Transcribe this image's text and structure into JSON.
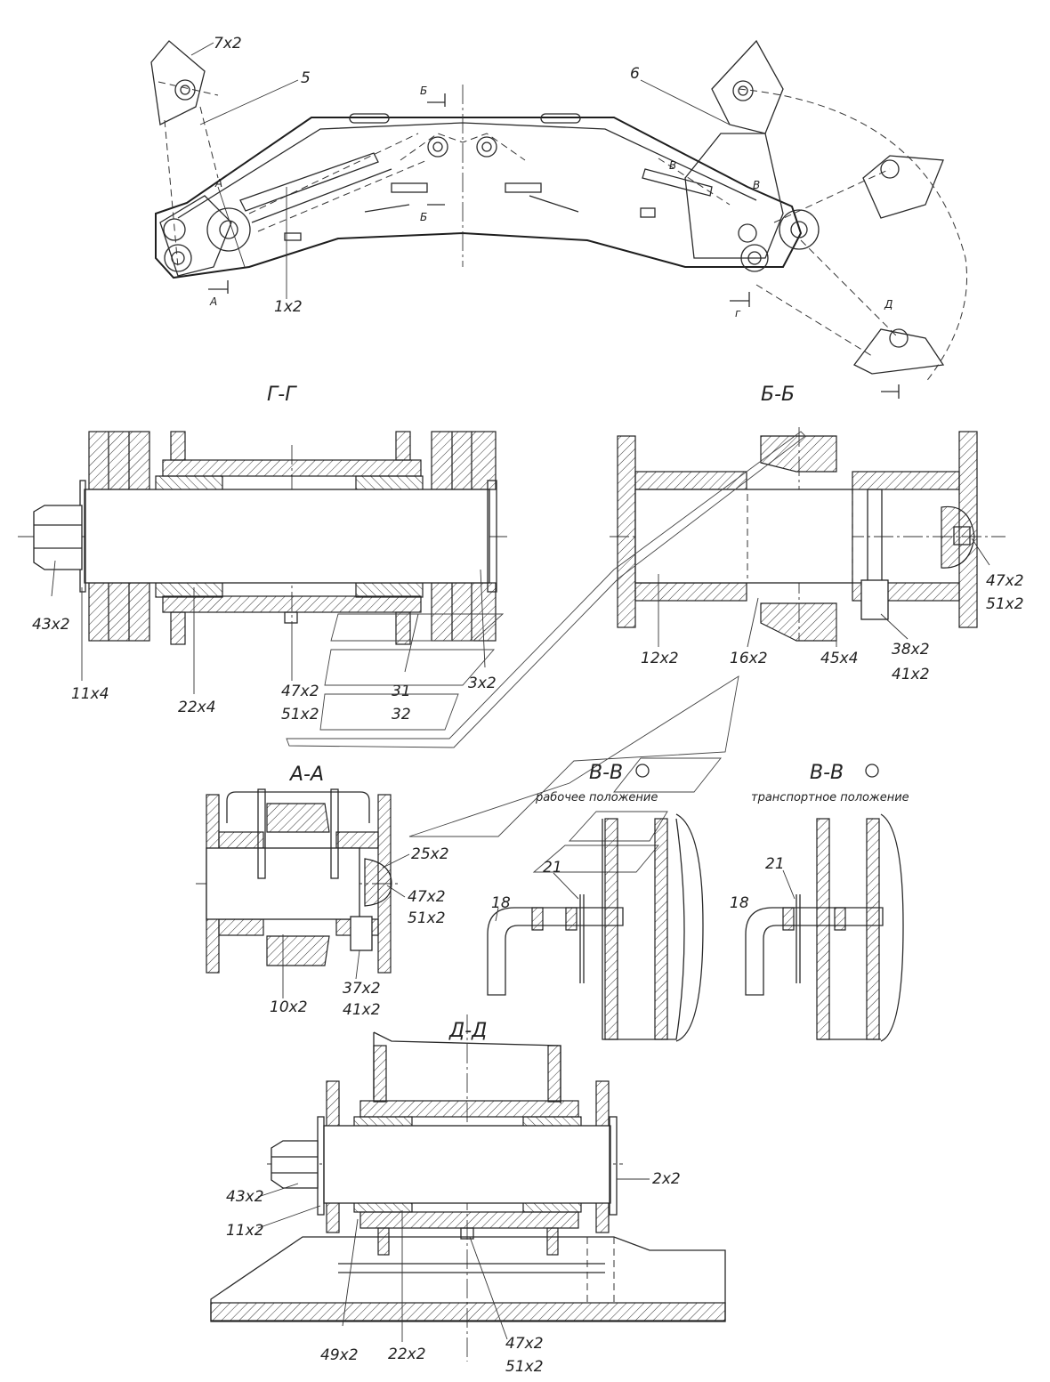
{
  "main_view": {
    "labels": {
      "callout_7x2": "7x2",
      "callout_5": "5",
      "callout_6": "6",
      "callout_1x2": "1x2",
      "cut_A": "А",
      "cut_A_marker": "А",
      "cut_B_top": "Б",
      "cut_B_bottom": "Б",
      "cut_V1": "В",
      "cut_V2": "В",
      "cut_G": "г",
      "cut_D": "Д"
    }
  },
  "section_GG": {
    "title": "Г-Г",
    "labels": [
      "43x2",
      "11x4",
      "22x4",
      "47x2",
      "51x2",
      "31",
      "32",
      "3x2"
    ]
  },
  "section_BB": {
    "title": "Б-Б",
    "labels": [
      "47x2",
      "51x2",
      "12x2",
      "16x2",
      "45x4",
      "38x2",
      "41x2"
    ]
  },
  "section_AA": {
    "title": "А-А",
    "labels": [
      "25x2",
      "47x2",
      "51x2",
      "10x2",
      "37x2",
      "41x2"
    ]
  },
  "section_VV_work": {
    "title": "В-В",
    "subtitle": "рабочее положение",
    "labels": [
      "18",
      "21"
    ]
  },
  "section_VV_transport": {
    "title": "В-В",
    "subtitle": "транспортное положение",
    "labels": [
      "18",
      "21"
    ]
  },
  "section_DD": {
    "title": "Д-Д",
    "labels": [
      "43x2",
      "11x2",
      "2x2",
      "49x2",
      "22x2",
      "47x2",
      "51x2"
    ]
  }
}
